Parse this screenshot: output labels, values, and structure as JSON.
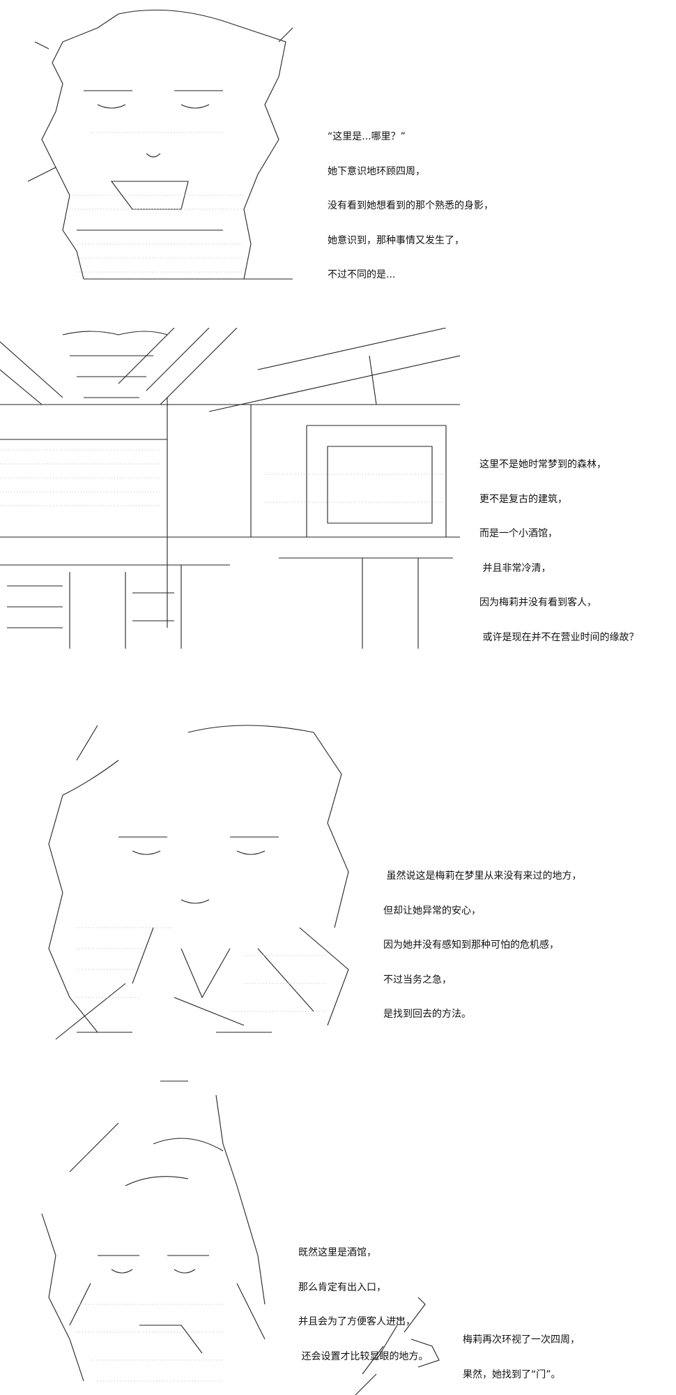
{
  "panels": [
    {
      "caption": [
        "“这里是...哪里？”",
        "她下意识地环顾四周，",
        "没有看到她想看到的那个熟悉的身影，",
        "她意识到，那种事情又发生了，",
        "不过不同的是..."
      ]
    },
    {
      "caption": [
        "这里不是她时常梦到的森林，",
        "更不是复古的建筑，",
        "而是一个小酒馆，",
        " 并且非常冷清，",
        "因为梅莉并没有看到客人，",
        " 或许是现在并不在营业时间的缘故？"
      ]
    },
    {
      "caption": [
        " 虽然说这是梅莉在梦里从来没有来过的地方，",
        "但却让她异常的安心，",
        "因为她并没有感知到那种可怕的危机感，",
        "不过当务之急，",
        "是找到回去的方法。"
      ]
    },
    {
      "caption": [
        "既然这里是酒馆，",
        "那么肯定有出入口，",
        "并且会为了方便客人进出，",
        " 还会设置才比较显眼的地方。"
      ]
    },
    {
      "caption": [
        "梅莉再次环视了一次四周，",
        "果然，她找到了“门”。"
      ]
    }
  ]
}
